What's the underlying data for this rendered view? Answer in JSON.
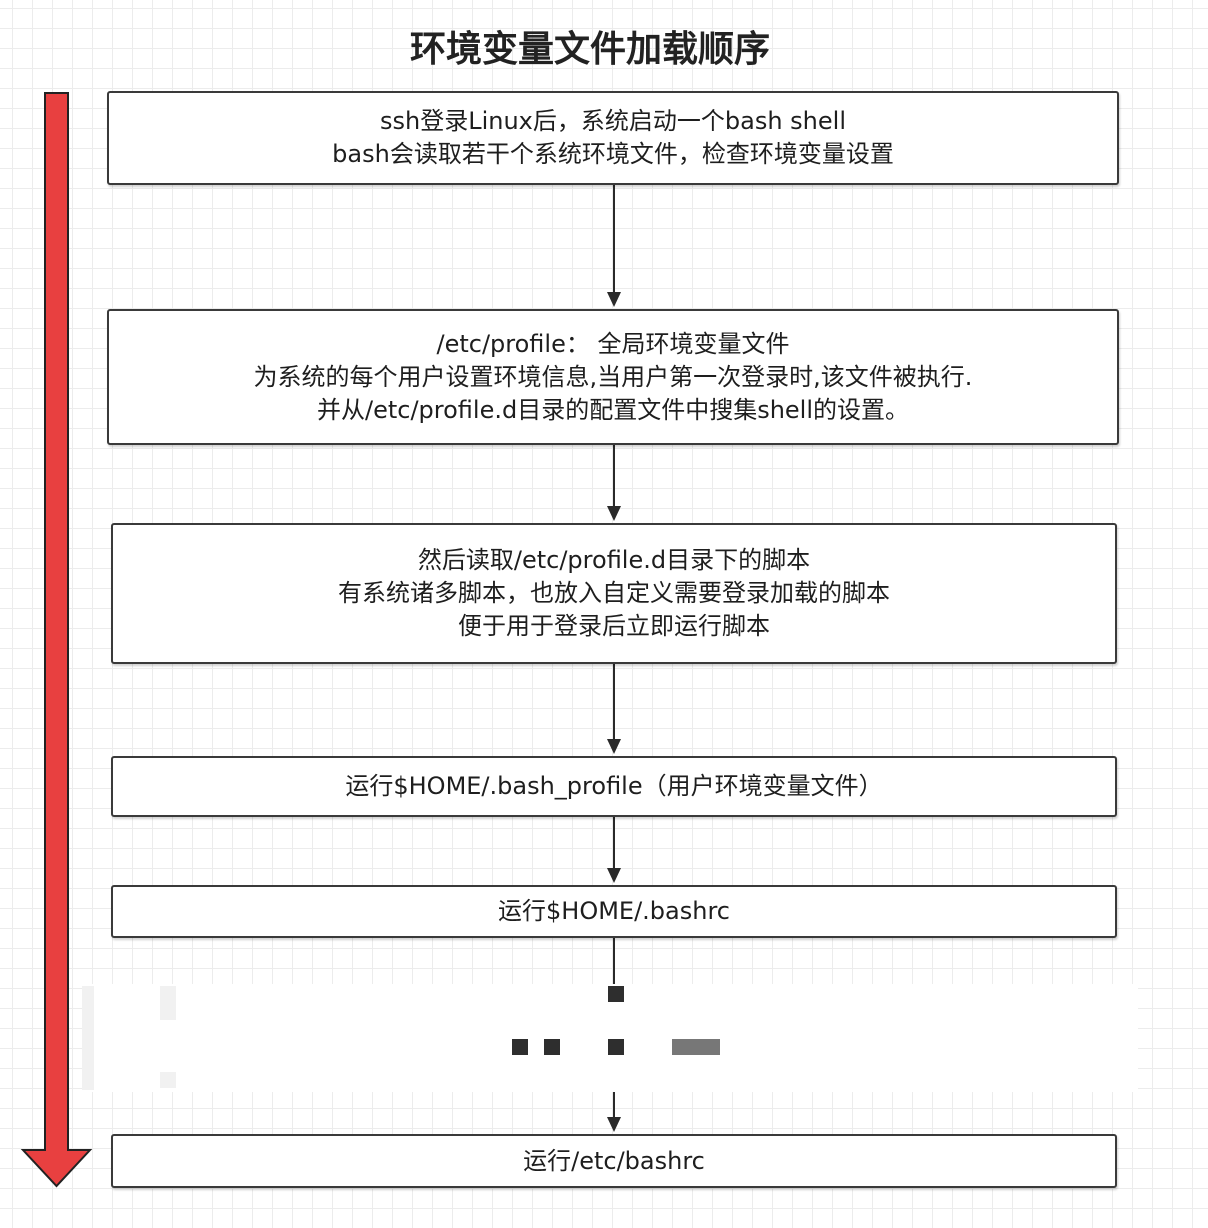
{
  "title": "环境变量文件加载顺序",
  "steps": [
    {
      "lines": [
        "ssh登录Linux后，系统启动一个bash shell",
        "bash会读取若干个系统环境文件，检查环境变量设置"
      ]
    },
    {
      "lines": [
        "/etc/profile：  全局环境变量文件",
        "为系统的每个用户设置环境信息,当用户第一次登录时,该文件被执行.",
        "并从/etc/profile.d目录的配置文件中搜集shell的设置。"
      ]
    },
    {
      "lines": [
        "然后读取/etc/profile.d目录下的脚本",
        "有系统诸多脚本，也放入自定义需要登录加载的脚本",
        "便于用于登录后立即运行脚本"
      ]
    },
    {
      "lines": [
        "运行$HOME/.bash_profile（用户环境变量文件）"
      ]
    },
    {
      "lines": [
        "运行$HOME/.bashrc"
      ]
    },
    {
      "lines": [
        "运行/etc/bashrc"
      ]
    }
  ],
  "colors": {
    "order_arrow_fill": "#e84040",
    "order_arrow_stroke": "#222222",
    "connector": "#2a2a2a",
    "box_border": "#3a3a3a"
  }
}
